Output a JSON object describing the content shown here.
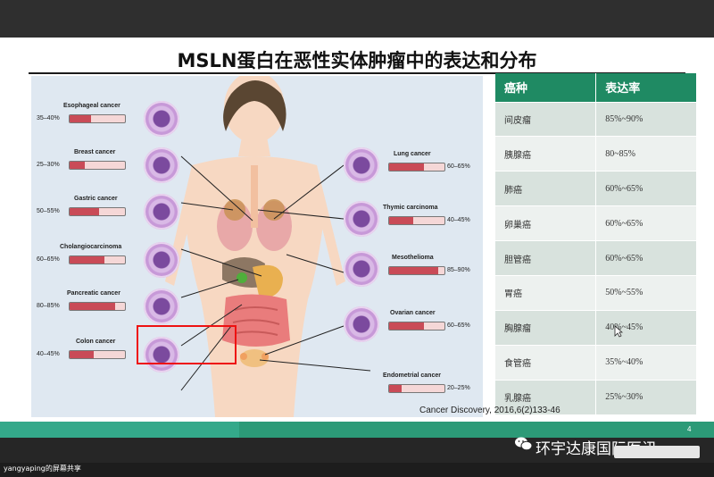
{
  "slide": {
    "title": "MSLN蛋白在恶性实体肿瘤中的表达和分布",
    "citation": "Cancer Discovery,  2016,6(2)133-46",
    "slide_number": "4"
  },
  "figure": {
    "left": [
      {
        "name": "Esophageal cancer",
        "range": "35–40%",
        "fill": 0.38
      },
      {
        "name": "Breast cancer",
        "range": "25–30%",
        "fill": 0.28
      },
      {
        "name": "Gastric cancer",
        "range": "50–55%",
        "fill": 0.53
      },
      {
        "name": "Cholangiocarcinoma",
        "range": "60–65%",
        "fill": 0.63
      },
      {
        "name": "Pancreatic cancer",
        "range": "80–85%",
        "fill": 0.83
      },
      {
        "name": "Colon cancer",
        "range": "40–45%",
        "fill": 0.43
      }
    ],
    "right": [
      {
        "name": "Lung cancer",
        "range": "60–65%",
        "fill": 0.63
      },
      {
        "name": "Thymic carcinoma",
        "range": "40–45%",
        "fill": 0.43
      },
      {
        "name": "Mesothelioma",
        "range": "85–90%",
        "fill": 0.88
      },
      {
        "name": "Ovarian cancer",
        "range": "60–65%",
        "fill": 0.63
      },
      {
        "name": "Endometrial cancer",
        "range": "20–25%",
        "fill": 0.23
      }
    ]
  },
  "table": {
    "headers": [
      "癌种",
      "表达率"
    ],
    "rows": [
      [
        "间皮瘤",
        "85%~90%"
      ],
      [
        "胰腺癌",
        "80~85%"
      ],
      [
        "肺癌",
        "60%~65%"
      ],
      [
        "卵巢癌",
        "60%~65%"
      ],
      [
        "胆管癌",
        "60%~65%"
      ],
      [
        "胃癌",
        "50%~55%"
      ],
      [
        "胸腺瘤",
        "40%~45%"
      ],
      [
        "食管癌",
        "35%~40%"
      ],
      [
        "乳腺癌",
        "25%~30%"
      ]
    ]
  },
  "watermark": "环宇达康国际医讯",
  "share_label": "yangyaping的屏幕共享",
  "colors": {
    "header_green": "#1f8a63",
    "bar_fill": "#c94b57",
    "highlight": "#e11111"
  }
}
